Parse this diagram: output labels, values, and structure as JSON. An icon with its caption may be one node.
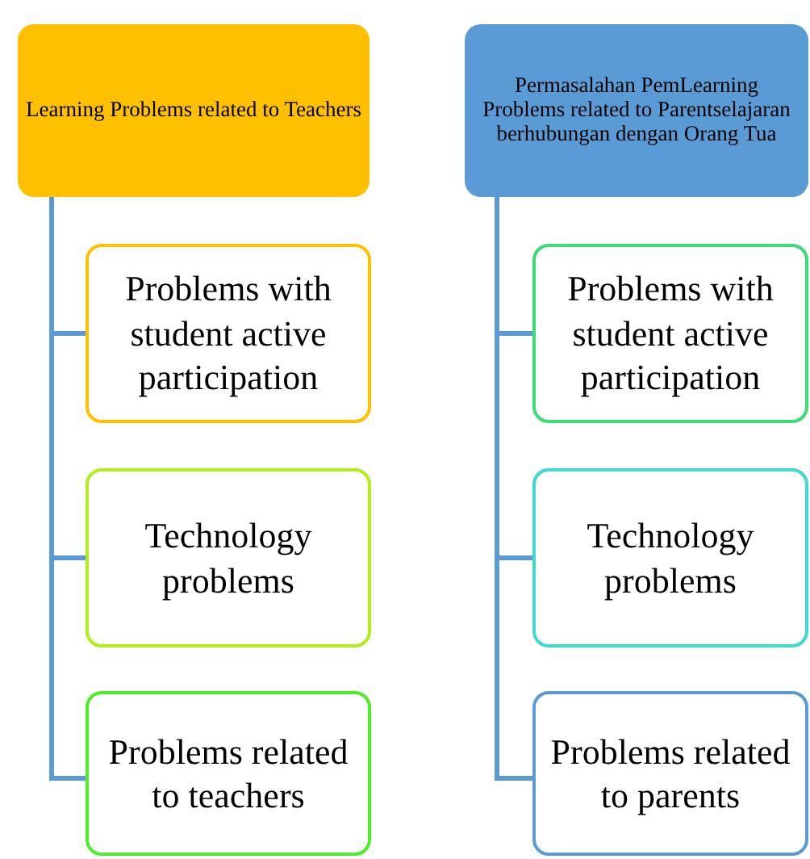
{
  "diagram": {
    "nodes": [
      {
        "text": [
          "Learning Problems related to Teachers"
        ]
      },
      {
        "text": [
          "Problems with student active participation"
        ]
      },
      {
        "text": [
          "Technology problems"
        ]
      },
      {
        "text": [
          "Problems related to teachers"
        ]
      },
      {
        "text": [
          "Permasalahan PemLearning Problems related to Parentselajaran berhubungan dengan Orang Tua"
        ]
      },
      {
        "text": [
          "Problems with student active participation"
        ]
      },
      {
        "text": [
          "Technology problems"
        ]
      },
      {
        "text": [
          "Problems related to parents"
        ]
      }
    ],
    "edges": [
      {
        "from": 0,
        "to": 1,
        "arrow": "none"
      },
      {
        "from": 0,
        "to": 2,
        "arrow": "none"
      },
      {
        "from": 0,
        "to": 3,
        "arrow": "none"
      },
      {
        "from": 4,
        "to": 5,
        "arrow": "none"
      },
      {
        "from": 4,
        "to": 6,
        "arrow": "none"
      },
      {
        "from": 4,
        "to": 7,
        "arrow": "none"
      }
    ]
  }
}
